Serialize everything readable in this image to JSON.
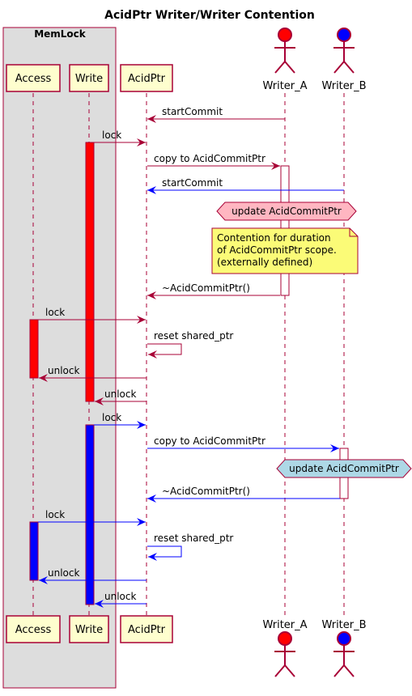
{
  "title": "AcidPtr Writer/Writer Contention",
  "group": {
    "label": "MemLock"
  },
  "participants": {
    "access": "Access",
    "write": "Write",
    "acidptr": "AcidPtr",
    "writer_a": "Writer_A",
    "writer_b": "Writer_B"
  },
  "colors": {
    "line": "#A80036",
    "blue": "#0000FF",
    "red": "#FF0000",
    "participant_fill": "#FEFECE",
    "group_fill": "#DDDDDD",
    "note_fill": "#FBFB77",
    "hex_pink": "#FFB6C1",
    "hex_blue": "#ADD8E6"
  },
  "messages": {
    "start_commit_a": "startCommit",
    "lock_1": "lock",
    "copy_1": "copy to AcidCommitPtr",
    "start_commit_b": "startCommit",
    "dtor_1": "~AcidCommitPtr()",
    "lock_2": "lock",
    "reset_1": "reset shared_ptr",
    "unlock_1": "unlock",
    "unlock_2": "unlock",
    "lock_3": "lock",
    "copy_2": "copy to AcidCommitPtr",
    "dtor_2": "~AcidCommitPtr()",
    "lock_4": "lock",
    "reset_2": "reset shared_ptr",
    "unlock_3": "unlock",
    "unlock_4": "unlock"
  },
  "hexagons": {
    "update_a": "update AcidCommitPtr",
    "update_b": "update AcidCommitPtr"
  },
  "note": {
    "line1": "Contention for duration",
    "line2": "of AcidCommitPtr scope.",
    "line3": "(externally defined)"
  }
}
